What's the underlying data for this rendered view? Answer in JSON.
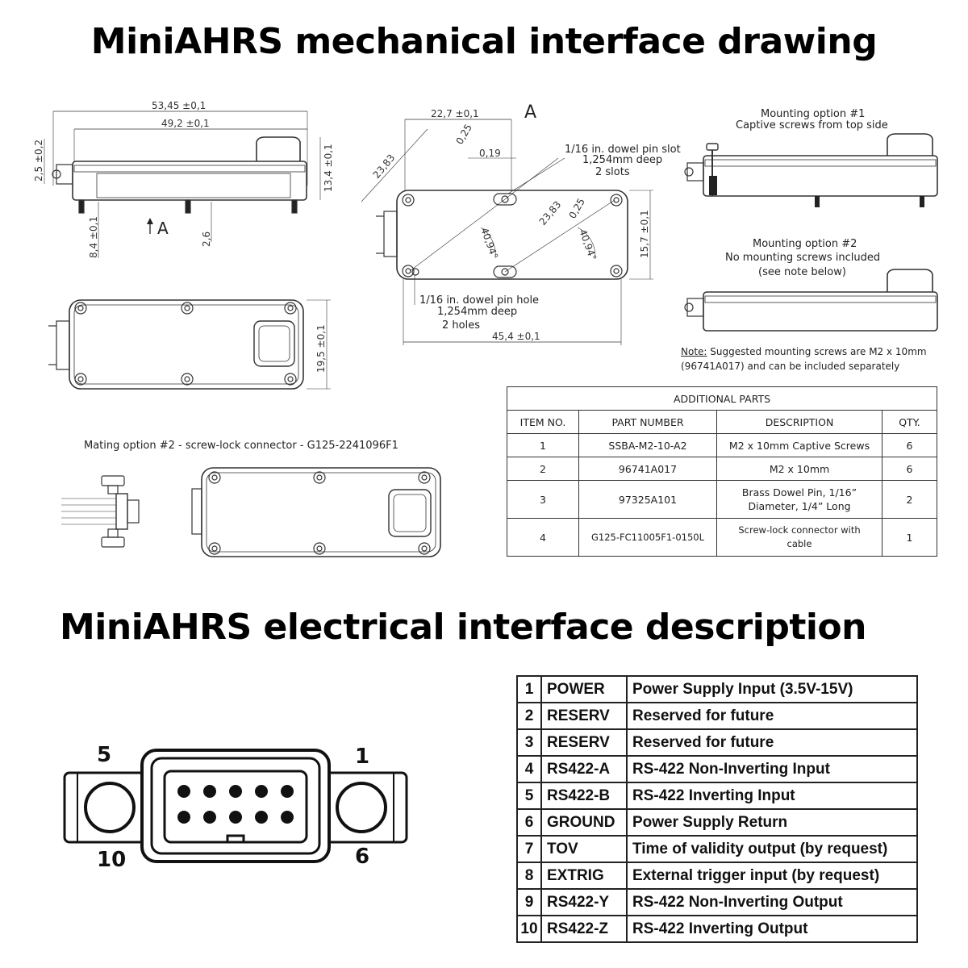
{
  "titles": {
    "mechanical": "MiniAHRS mechanical interface drawing",
    "electrical": "MiniAHRS electrical interface description"
  },
  "side_view": {
    "dim_overall": "53,45 ±0,1",
    "dim_body": "49,2 ±0,1",
    "dim_left": "2,5 ±0,2",
    "dim_height": "13,4 ±0,1",
    "dim_pin": "8,4 ±0,1",
    "dim_pin2": "2,6",
    "view_marker": "A"
  },
  "top_view": {
    "dim_width": "19,5 ±0,1"
  },
  "view_a": {
    "label": "A",
    "dim_top": "22,7 ±0,1",
    "dim_025_a": "0,25",
    "dim_019": "0,19",
    "dim_2383_a": "23,83",
    "dim_2383_b": "23,83",
    "dim_025_b": "0,25",
    "angle_a": "40,94°",
    "angle_b": "40,94°",
    "dim_157": "15,7 ±0,1",
    "dim_454": "45,4 ±0,1",
    "slot_note_1": "1/16 in. dowel pin slot",
    "slot_note_2": "1,254mm deep",
    "slot_note_3": "2 slots",
    "hole_note_1": "1/16 in. dowel pin hole",
    "hole_note_2": "1,254mm deep",
    "hole_note_3": "2 holes"
  },
  "mounting": {
    "opt1_line1": "Mounting option #1",
    "opt1_line2": "Captive screws from top side",
    "opt2_line1": "Mounting option #2",
    "opt2_line2": "No mounting screws included",
    "opt2_line3": "(see note below)",
    "note_label": "Note:",
    "note_text1": " Suggested mounting screws are M2 x 10mm",
    "note_text2": "(96741A017) and can be included separately"
  },
  "mating": {
    "label": "Mating option #2 - screw-lock connector - G125-2241096F1"
  },
  "additional_parts": {
    "caption": "ADDITIONAL PARTS",
    "headers": [
      "ITEM NO.",
      "PART NUMBER",
      "DESCRIPTION",
      "QTY."
    ],
    "rows": [
      {
        "item": "1",
        "part": "SSBA-M2-10-A2",
        "desc": "M2 x 10mm Captive Screws",
        "desc2": "",
        "qty": "6"
      },
      {
        "item": "2",
        "part": "96741A017",
        "desc": "M2 x 10mm",
        "desc2": "",
        "qty": "6"
      },
      {
        "item": "3",
        "part": "97325A101",
        "desc": "Brass Dowel Pin, 1/16”",
        "desc2": "Diameter, 1/4” Long",
        "qty": "2"
      },
      {
        "item": "4",
        "part": "G125-FC11005F1-0150L",
        "desc": "Screw-lock connector with",
        "desc2": "cable",
        "qty": "1"
      }
    ]
  },
  "connector": {
    "pin_label_5": "5",
    "pin_label_1": "1",
    "pin_label_10": "10",
    "pin_label_6": "6"
  },
  "pins": [
    {
      "num": "1",
      "signal": "POWER",
      "desc": "Power Supply Input (3.5V-15V)"
    },
    {
      "num": "2",
      "signal": "RESERV",
      "desc": "Reserved for future"
    },
    {
      "num": "3",
      "signal": "RESERV",
      "desc": "Reserved for future"
    },
    {
      "num": "4",
      "signal": "RS422-A",
      "desc": "RS-422 Non-Inverting Input"
    },
    {
      "num": "5",
      "signal": "RS422-B",
      "desc": "RS-422 Inverting Input"
    },
    {
      "num": "6",
      "signal": "GROUND",
      "desc": "Power Supply Return"
    },
    {
      "num": "7",
      "signal": "TOV",
      "desc": "Time of validity output (by request)"
    },
    {
      "num": "8",
      "signal": "EXTRIG",
      "desc": "External trigger input (by request)"
    },
    {
      "num": "9",
      "signal": "RS422-Y",
      "desc": "RS-422 Non-Inverting Output"
    },
    {
      "num": "10",
      "signal": "RS422-Z",
      "desc": "RS-422 Inverting Output"
    }
  ]
}
